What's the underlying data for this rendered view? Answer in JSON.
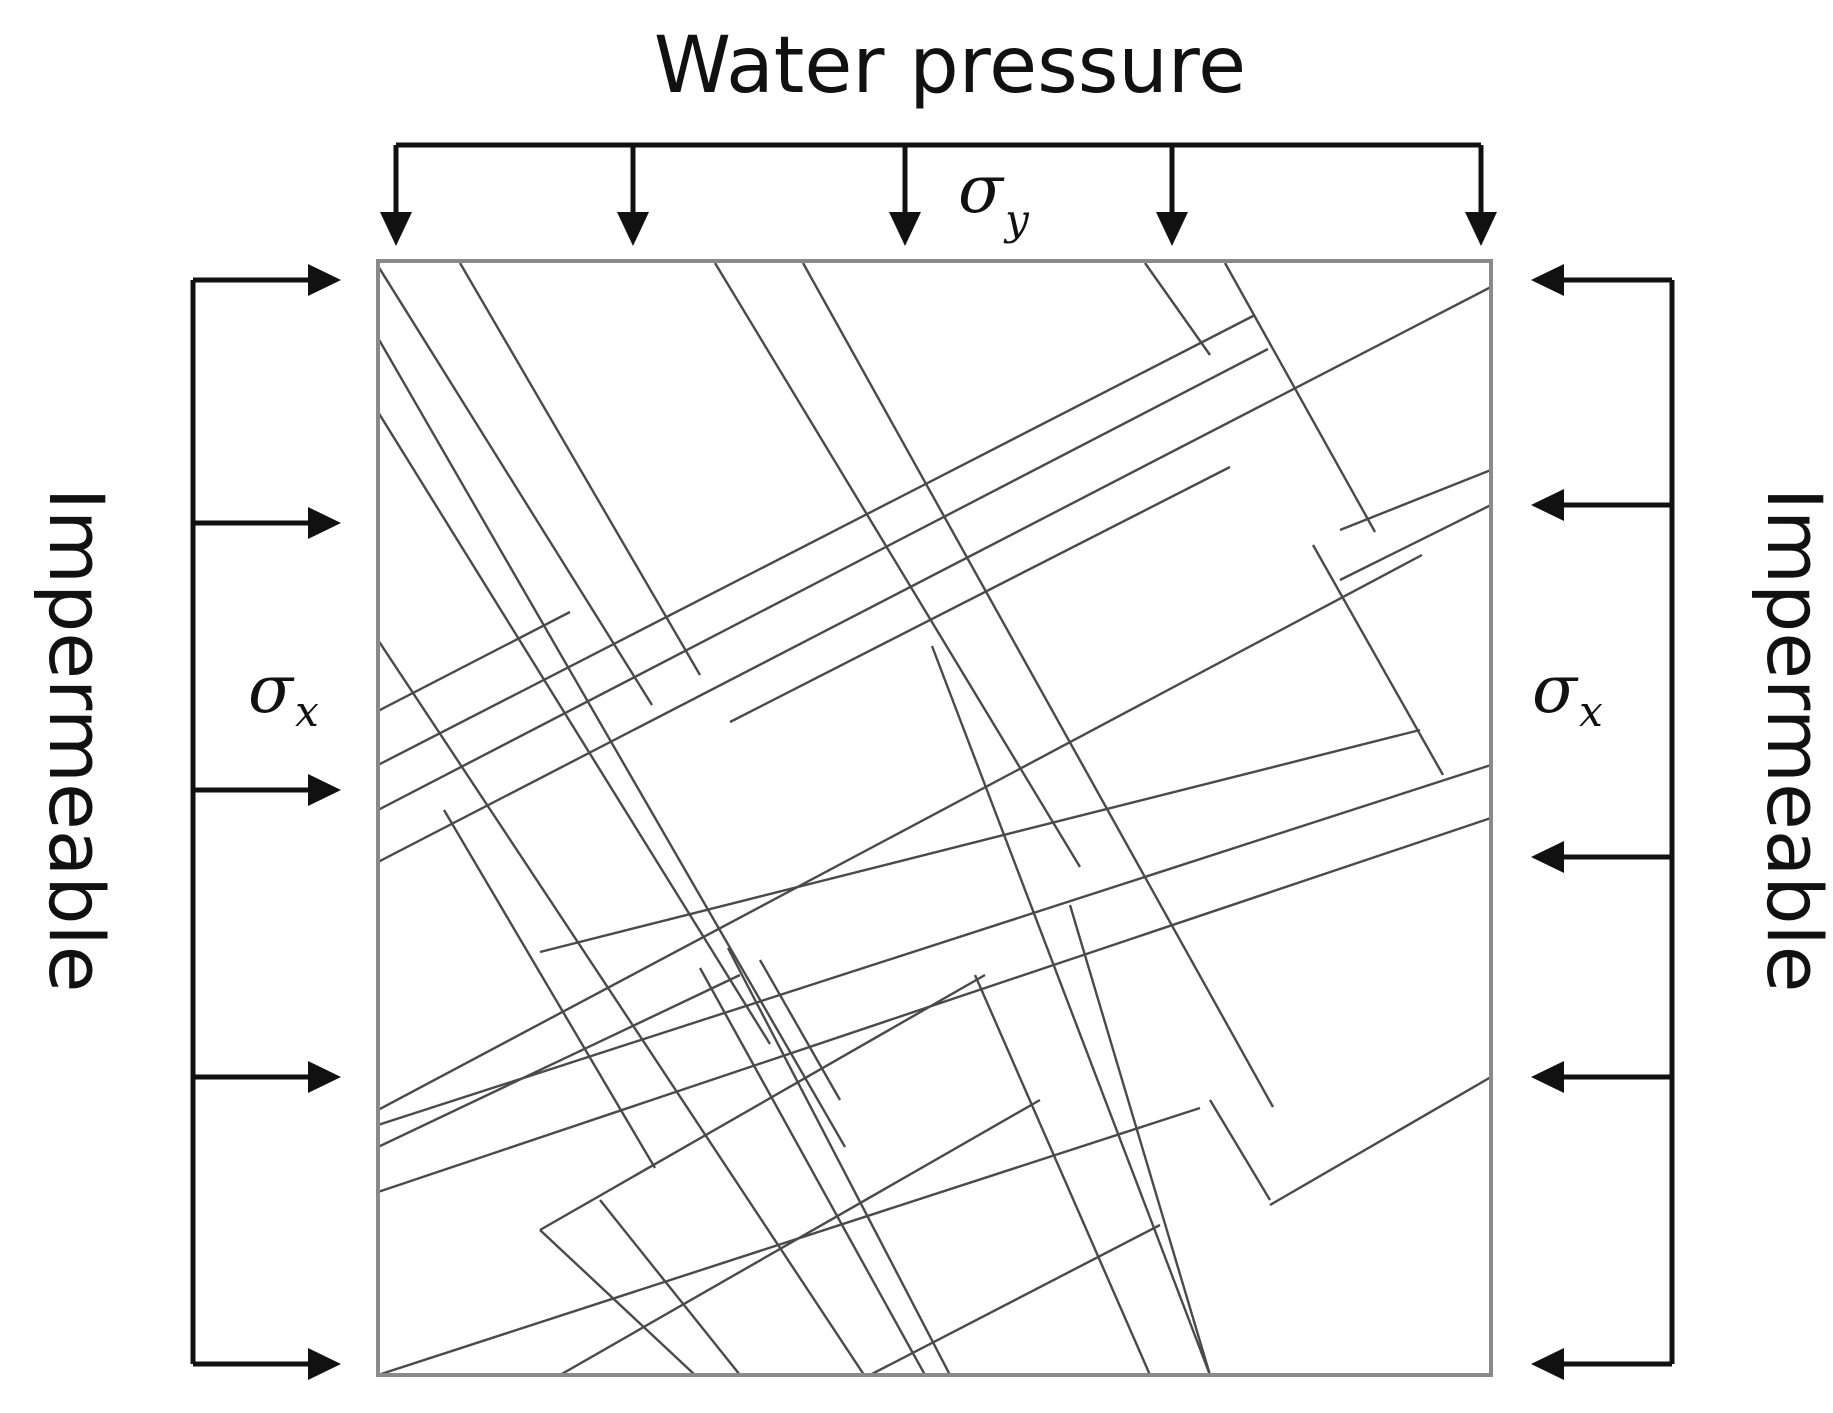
{
  "labels": {
    "top": "Water pressure",
    "left": "Impermeable",
    "right": "Impermeable",
    "sigma_y": {
      "main": "σ",
      "sub": "y"
    },
    "sigma_x_left": {
      "main": "σ",
      "sub": "x"
    },
    "sigma_x_right": {
      "main": "σ",
      "sub": "x"
    }
  },
  "colors": {
    "ink": "#111111",
    "fracture": "#4a4a4a",
    "frame": "#8a8a8a"
  }
}
